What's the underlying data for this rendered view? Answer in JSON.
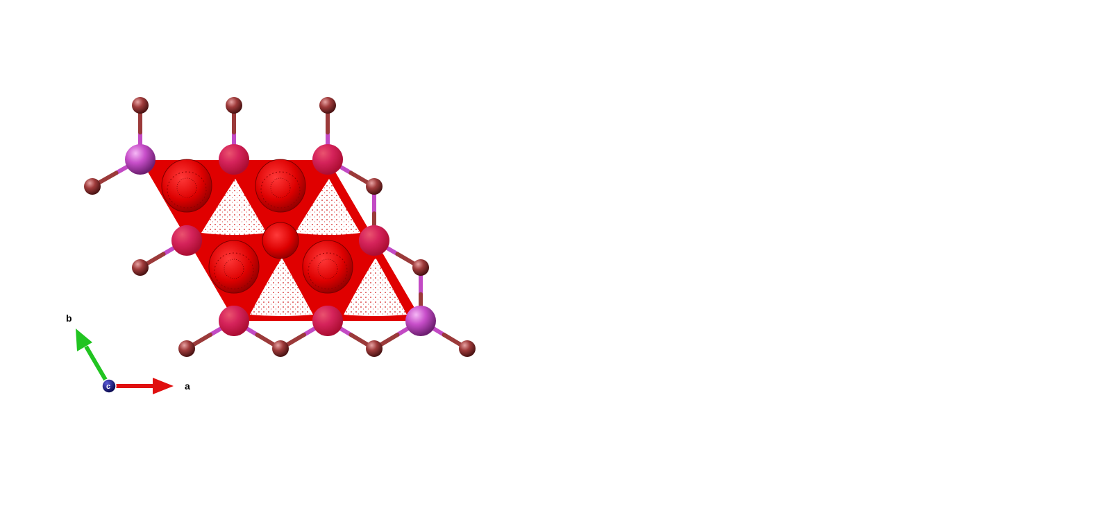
{
  "axes": {
    "a_label": "a",
    "b_label": "b",
    "c_label": "c",
    "colors": {
      "a": "#e01010",
      "b": "#21c421",
      "c": "#0a0a8c"
    }
  },
  "structure": {
    "large_atom_color": "#c248c4",
    "small_atom_color": "#9b3a3a",
    "isosurface_color": "#e00000",
    "cell_fill": "#e00000"
  }
}
